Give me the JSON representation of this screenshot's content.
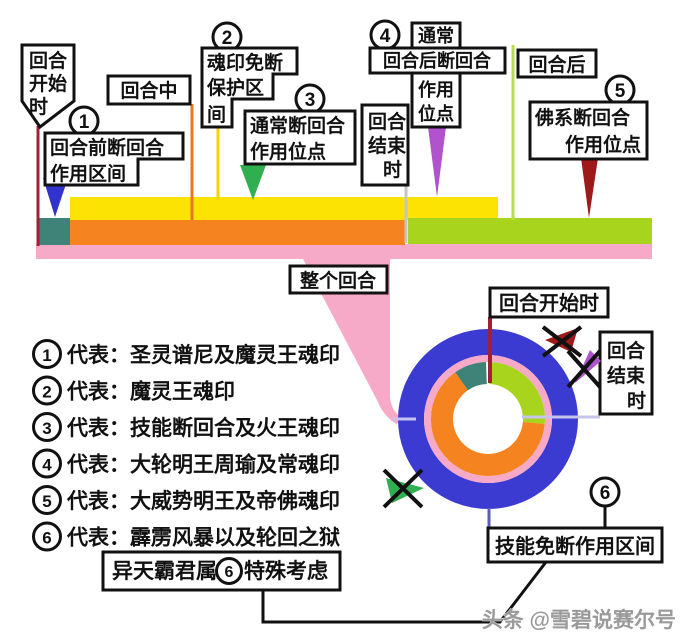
{
  "timeline": {
    "start_flag_l1": "回合",
    "start_flag_l2": "开始",
    "start_flag_l3": "时",
    "in_round": "回合中",
    "round_end_l1": "回合",
    "round_end_l2": "结束",
    "round_end_l3": "时",
    "after_round": "回合后",
    "whole_round": "整个回合"
  },
  "callout1": {
    "num": "1",
    "line1": "回合前断回合",
    "line2": "作用区间"
  },
  "callout2": {
    "num": "2",
    "line1": "魂印免断",
    "line2": "保护区",
    "line3": "间"
  },
  "callout3": {
    "num": "3",
    "line1": "通常断回合",
    "line2": "作用位点"
  },
  "callout4": {
    "num": "4",
    "top": "通常",
    "mid": "回合后断回合",
    "b1": "作用",
    "b2": "位点"
  },
  "callout5": {
    "num": "5",
    "line1": "佛系断回合",
    "line2": "作用位点"
  },
  "callout6": {
    "num": "6",
    "label": "技能免断作用区间"
  },
  "circle_diagram": {
    "start_label": "回合开始时",
    "end_l1": "回合",
    "end_l2": "结束",
    "end_l3": "时"
  },
  "legend": {
    "items": [
      {
        "num": "1",
        "text": "代表：圣灵谱尼及魔灵王魂印"
      },
      {
        "num": "2",
        "text": "代表：魔灵王魂印"
      },
      {
        "num": "3",
        "text": "代表：技能断回合及火王魂印"
      },
      {
        "num": "4",
        "text": "代表：大轮明王周瑜及常魂印"
      },
      {
        "num": "5",
        "text": "代表：大威势明王及帝佛魂印"
      },
      {
        "num": "6",
        "text": "代表：霹雳风暴以及轮回之狱"
      }
    ],
    "special": {
      "prefix": "异天霸君属",
      "num": "6",
      "suffix": "特殊考虑"
    }
  },
  "watermark": "头条 @雪碧说赛尔号",
  "colors": {
    "yellow": "#FCE303",
    "orange": "#F5831F",
    "green": "#A8D41E",
    "teal": "#3E8278",
    "pink": "#F7A9C8",
    "blue_ring": "#3B3BD2",
    "dark_red": "#9E1A1A",
    "crimson_line": "#A31F34",
    "purple": "#B253CE",
    "marker_blue": "#3232CC",
    "marker_green": "#2FAF4F",
    "lavender": "#C4C4EE",
    "gray_line": "#C4C4C4",
    "light_green_line": "#B6DC50",
    "orange_line": "#E87820",
    "yellow_line": "#F0D500"
  }
}
